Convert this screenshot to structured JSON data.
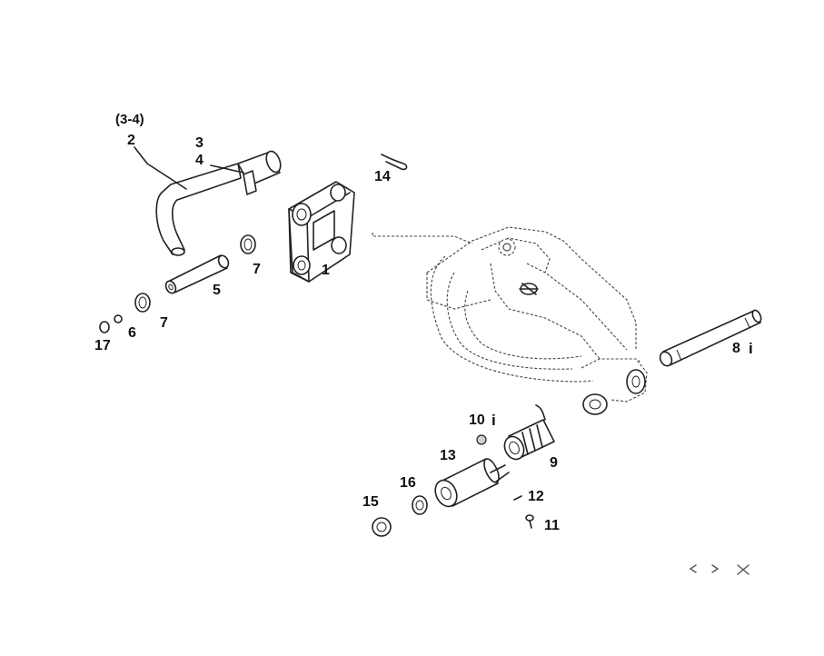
{
  "diagram": {
    "labels": {
      "ref_3_4": "(3-4)",
      "p1": "1",
      "p2": "2",
      "p3": "3",
      "p4": "4",
      "p5": "5",
      "p6": "6",
      "p7a": "7",
      "p7b": "7",
      "p8": "8",
      "p9": "9",
      "p10": "10",
      "p11": "11",
      "p12": "12",
      "p13": "13",
      "p14": "14",
      "p15": "15",
      "p16": "16",
      "p17": "17",
      "info_8": "i",
      "info_10": "i"
    },
    "nav_icons": [
      "chevron-left",
      "chevron-right",
      "close"
    ]
  }
}
